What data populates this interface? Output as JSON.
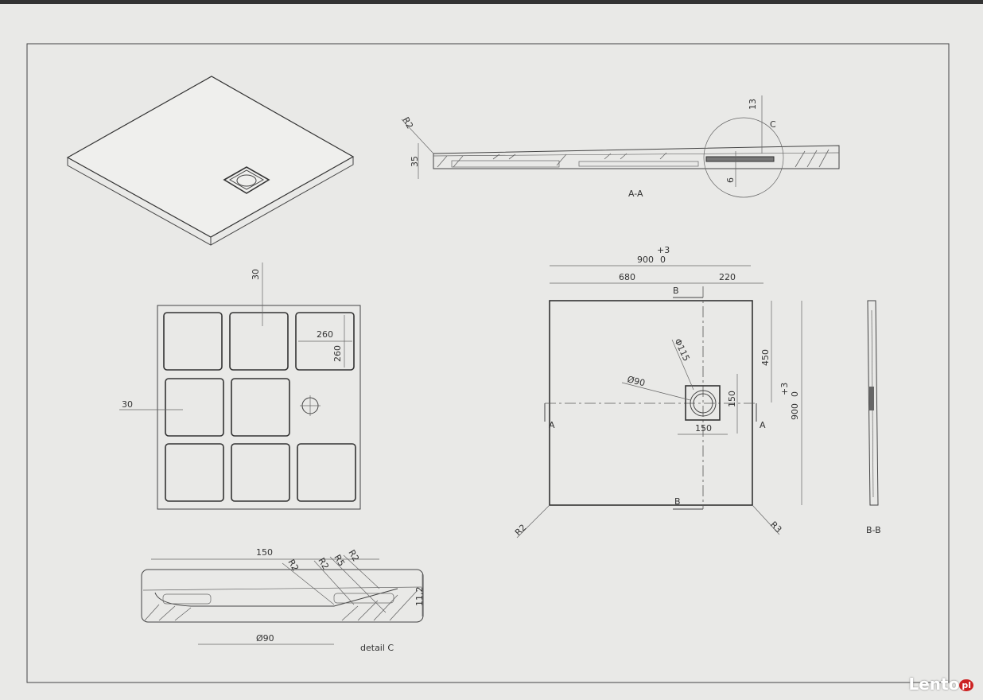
{
  "section_aa": {
    "label": "A-A",
    "radius": "R2",
    "height": "35",
    "dim_top": "13",
    "dim_bottom": "6",
    "detail_marker": "C"
  },
  "bottom_view": {
    "rib_margin_top": "30",
    "rib_margin_left": "30",
    "cell_width": "260",
    "cell_height": "260"
  },
  "top_view": {
    "width_tol": "+3",
    "width": "900",
    "width_tol_low": "0",
    "offset_left": "680",
    "offset_right": "220",
    "section_b": "B",
    "section_a": "A",
    "drain_outer_dia": "Φ115",
    "drain_inner_dia": "Ø90",
    "drain_offset": "450",
    "drain_size_v": "150",
    "drain_size_h": "150",
    "depth_tol": "+3",
    "depth": "900",
    "depth_tol_low": "0",
    "corner_radius_left": "R2",
    "corner_radius_right": "R3"
  },
  "section_bb": {
    "label": "B-B"
  },
  "detail_c": {
    "label": "detail C",
    "width": "150",
    "r1": "R2",
    "r2": "R2",
    "r3": "R5",
    "r4": "R2",
    "height": "11,2",
    "drain_dia": "Ø90"
  },
  "watermark": {
    "brand": "Lento",
    "tld": "pl"
  }
}
